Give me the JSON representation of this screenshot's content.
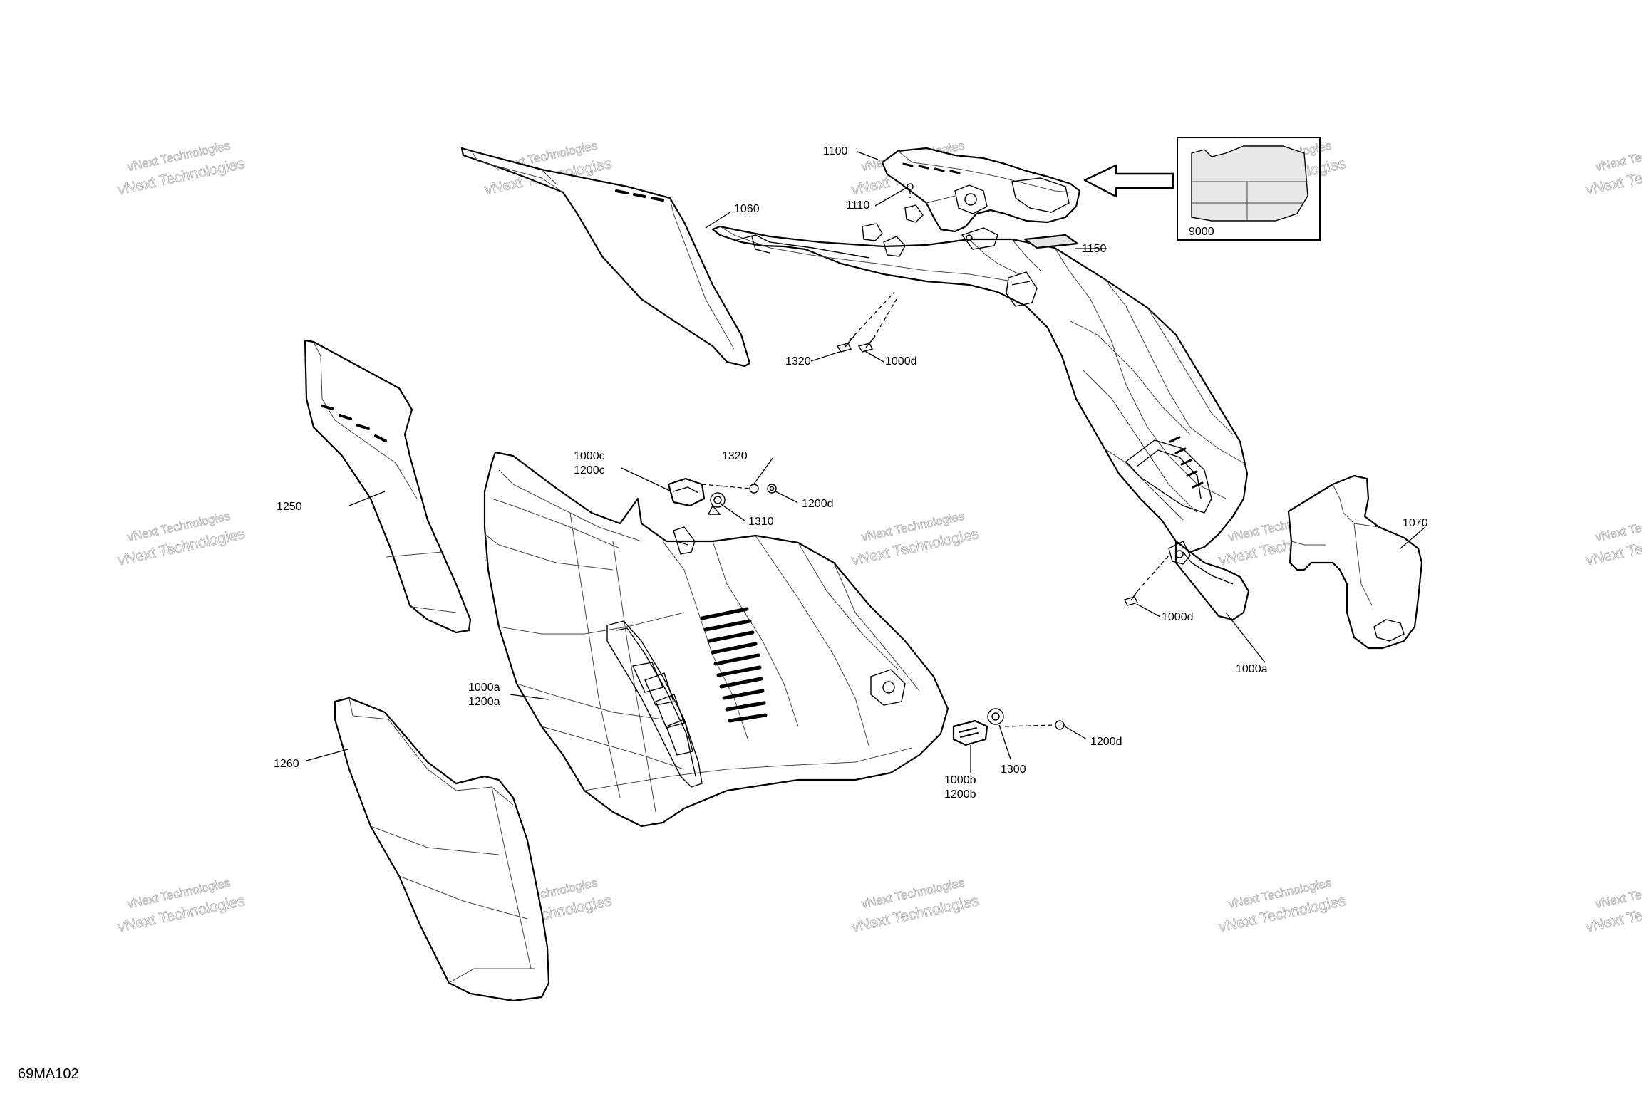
{
  "diagram": {
    "figure_id": "69MA102",
    "watermark": {
      "line1": "vNext Technologies",
      "line2": "vNext Technologies"
    },
    "inset_label": "9000",
    "callouts": {
      "c1100": "1100",
      "c1110": "1110",
      "c1060": "1060",
      "c1150": "1150",
      "c1320_top": "1320",
      "c1000d_top": "1000d",
      "c1250": "1250",
      "c1000c": "1000c",
      "c1200c": "1200c",
      "c1320_mid": "1320",
      "c1200d_mid": "1200d",
      "c1310": "1310",
      "c1070": "1070",
      "c1000d_right": "1000d",
      "c1000a_right": "1000a",
      "c1000a_left": "1000a",
      "c1200a": "1200a",
      "c1260": "1260",
      "c1000b": "1000b",
      "c1200b": "1200b",
      "c1300": "1300",
      "c1200d_low": "1200d"
    }
  }
}
